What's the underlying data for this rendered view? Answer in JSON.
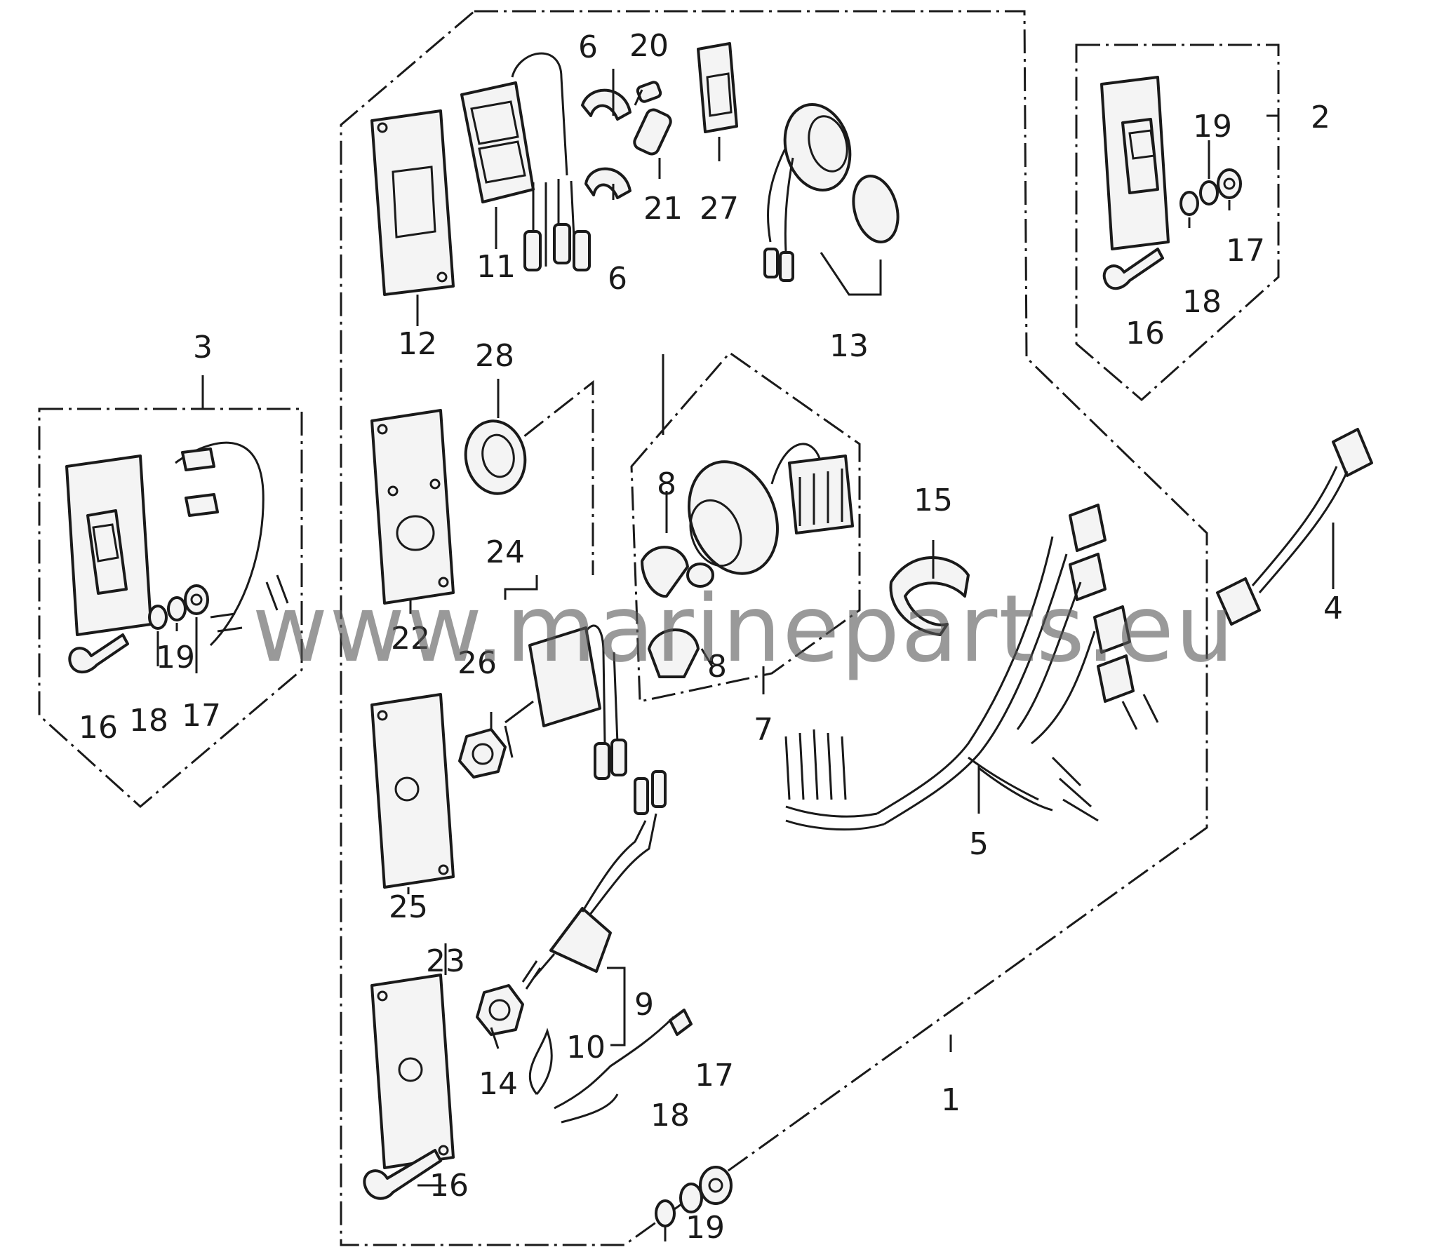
{
  "diagram": {
    "callouts": [
      "1",
      "2",
      "3",
      "4",
      "5",
      "6",
      "6",
      "7",
      "8",
      "8",
      "9",
      "10",
      "11",
      "12",
      "13",
      "14",
      "15",
      "16",
      "16",
      "16",
      "17",
      "17",
      "17",
      "18",
      "18",
      "18",
      "19",
      "19",
      "19",
      "20",
      "21",
      "22",
      "23",
      "24",
      "25",
      "26",
      "27",
      "28"
    ],
    "watermark": "www.marineparts.eu"
  }
}
